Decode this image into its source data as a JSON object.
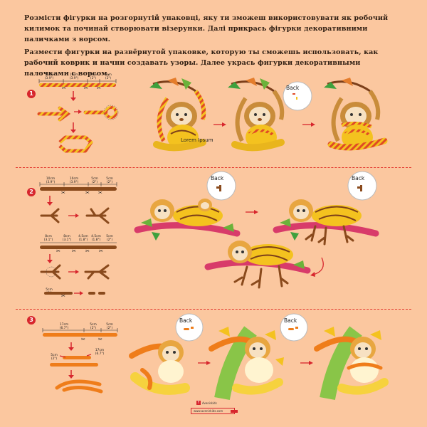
{
  "instructions": {
    "uk": "Розмісти фігурки на розгорнутій упаковці, яку ти зможеш використовувати як робочий килимок та починай створювати візерунки. Далі прикрась фігурки декоративними паличками з ворсом.",
    "ru": "Размести фигурки на развёрнутой упаковке, которую ты сможешь использовать, как рабочий коврик и начни создавать узоры. Далее укрась фигурки декоративными палочками с ворсом."
  },
  "steps": [
    {
      "number": "1",
      "measures": [
        {
          "cm": "10cm",
          "in": "(3.9\")"
        },
        {
          "cm": "10cm",
          "in": "(3.9\")"
        },
        {
          "cm": "5cm",
          "in": "(2\")"
        },
        {
          "cm": "5cm",
          "in": "(2\")"
        }
      ],
      "back_label": "Back",
      "caption": "Lorem Ipsum"
    },
    {
      "number": "2",
      "measures": [
        {
          "cm": "10cm",
          "in": "(3.9\")"
        },
        {
          "cm": "10cm",
          "in": "(3.9\")"
        },
        {
          "cm": "5cm",
          "in": "(2\")"
        },
        {
          "cm": "5cm",
          "in": "(2\")"
        }
      ],
      "measures_b": [
        {
          "cm": "8cm",
          "in": "(3.1\")"
        },
        {
          "cm": "8cm",
          "in": "(3.1\")"
        },
        {
          "cm": "4.5cm",
          "in": "(1.8\")"
        },
        {
          "cm": "4.5cm",
          "in": "(1.8\")"
        },
        {
          "cm": "5cm",
          "in": "(2\")"
        }
      ],
      "measures_c": [
        {
          "cm": "5cm",
          "in": "(2\")"
        }
      ],
      "back_label": "Back"
    },
    {
      "number": "3",
      "measures": [
        {
          "cm": "17cm",
          "in": "(6.7\")"
        },
        {
          "cm": "5cm",
          "in": "(2\")"
        },
        {
          "cm": "5cm",
          "in": "(2\")"
        }
      ],
      "measures_b": [
        {
          "cm": "5cm",
          "in": "(2\")"
        },
        {
          "cm": "17cm",
          "in": "(6.7\")"
        }
      ],
      "back_label": "Back"
    }
  ],
  "footer": {
    "social": "Avenirkids",
    "website": "www.avenirkids.com"
  },
  "colors": {
    "background": "#fbc79f",
    "accent_red": "#d7262d",
    "pipe_yellow": "#f4c21f",
    "pipe_brown": "#8a4a1c",
    "pipe_orange": "#ef7d1a"
  }
}
